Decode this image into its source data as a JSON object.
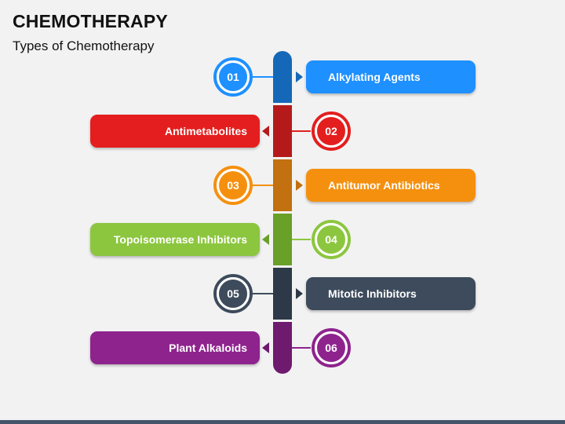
{
  "header": {
    "title": "CHEMOTHERAPY",
    "subtitle": "Types of Chemotherapy"
  },
  "items": [
    {
      "number": "01",
      "label": "Alkylating Agents",
      "side": "right",
      "color": "#1e90ff"
    },
    {
      "number": "02",
      "label": "Antimetabolites",
      "side": "left",
      "color": "#e41e1e"
    },
    {
      "number": "03",
      "label": "Antitumor Antibiotics",
      "side": "right",
      "color": "#f5900f"
    },
    {
      "number": "04",
      "label": "Topoisomerase Inhibitors",
      "side": "left",
      "color": "#8cc63f"
    },
    {
      "number": "05",
      "label": "Mitotic Inhibitors",
      "side": "right",
      "color": "#3d4b5c"
    },
    {
      "number": "06",
      "label": "Plant Alkaloids",
      "side": "left",
      "color": "#8e238e"
    }
  ],
  "spine_colors": [
    "#1568b8",
    "#b51a1a",
    "#c27010",
    "#68a028",
    "#2d3848",
    "#6e1a6e"
  ]
}
